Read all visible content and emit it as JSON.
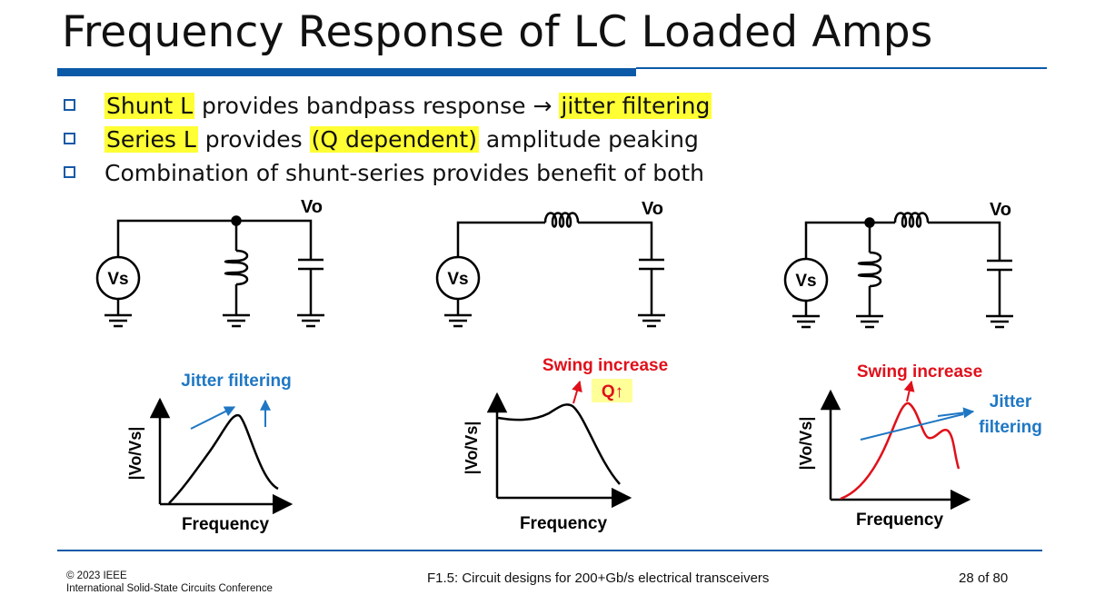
{
  "slide": {
    "title": "Frequency Response of LC Loaded Amps",
    "bullets": [
      {
        "hl1": "Shunt L",
        "text1": " provides bandpass response ",
        "arrow": "→",
        "hl2": "jitter filtering"
      },
      {
        "hl1": "Series L",
        "text1": " provides ",
        "hl2": "(Q dependent)",
        "text2": " amplitude peaking"
      },
      {
        "text1": "Combination of shunt-series provides benefit of both"
      }
    ]
  },
  "circuits": {
    "source_label": "Vs",
    "output_label": "Vo"
  },
  "plots": {
    "ylabel": "|Vo/Vs|",
    "xlabel": "Frequency",
    "shunt_annotation": "Jitter filtering",
    "series_annotation": "Swing increase",
    "series_q_label": "Q↑",
    "combo_annotation_1": "Swing increase",
    "combo_annotation_2a": "Jitter",
    "combo_annotation_2b": "filtering"
  },
  "colors": {
    "accent_blue": "#0b5aa8",
    "annotation_blue": "#1f77c4",
    "annotation_red": "#e0101a",
    "highlight": "#ffff33"
  },
  "footer": {
    "copyright": "© 2023 IEEE",
    "conference": "International Solid-State Circuits Conference",
    "session": "F1.5: Circuit designs for 200+Gb/s electrical transceivers",
    "page": "28 of 80"
  }
}
